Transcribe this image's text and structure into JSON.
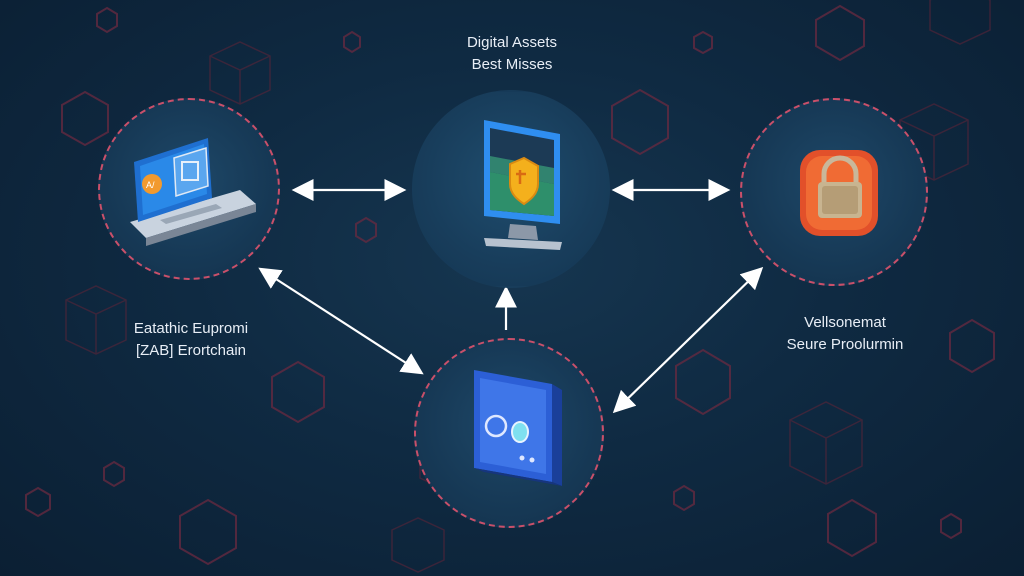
{
  "nodes": {
    "top": {
      "line1": "Digital Assets",
      "line2": "Best Misses"
    },
    "left": {
      "line1": "Eatathic Eupromi",
      "line2": "[ZAB] Erortchain"
    },
    "right": {
      "line1": "Vellsonemat",
      "line2": "Seure Proolurmin"
    }
  },
  "colors": {
    "background": "#0f2a42",
    "node_border": "#c9506a",
    "arrow": "#ffffff",
    "hexagon": "#7a2a40"
  }
}
